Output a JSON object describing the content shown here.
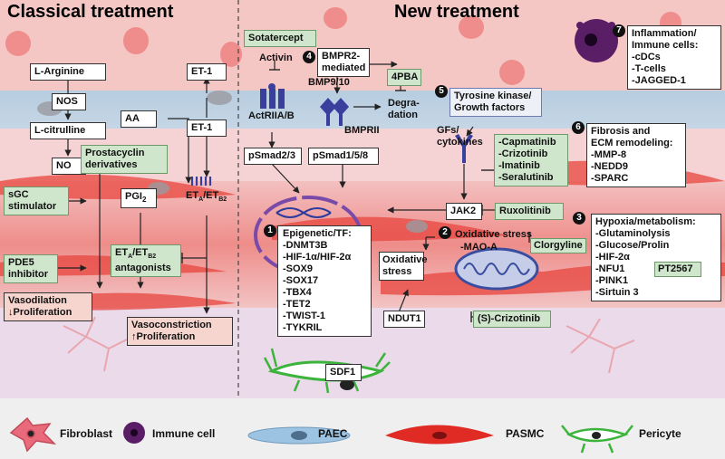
{
  "titles": {
    "left": "Classical treatment",
    "right": "New treatment"
  },
  "classical": {
    "l_arginine": "L-Arginine",
    "nos": "NOS",
    "l_citrulline": "L-citrulline",
    "no": "NO",
    "sgc": [
      "sGC",
      "stimulator"
    ],
    "pde5": [
      "PDE5",
      "inhibitor"
    ],
    "vasodilation": [
      "Vasodilation",
      "↓Proliferation"
    ],
    "aa": "AA",
    "prostacyclin": [
      "Prostacyclin",
      "derivatives"
    ],
    "pgi2_main": "PGI",
    "pgi2_sub": "2",
    "et1_top": "ET-1",
    "et1_mid": "ET-1",
    "eta_etb_receptor": {
      "a": "ET",
      "asub": "A",
      "sep": "/ET",
      "bsub": "B2"
    },
    "eta_antagonists": [
      "antagonists"
    ],
    "vasoconstriction": [
      "Vasoconstriction",
      "↑Proliferation"
    ]
  },
  "new": {
    "sotatercept": "Sotatercept",
    "activin": "Activin",
    "actriia": "ActRIIA/B",
    "psmad23": "pSmad2/3",
    "bmpr2_mediated": [
      "BMPR2-",
      "mediated"
    ],
    "bmp910": "BMP9/10",
    "bmprii": "BMPRII",
    "psmad158": "pSmad1/5/8",
    "pba4": "4PBA",
    "degradation": [
      "Degra-",
      "dation"
    ],
    "tyrosine": [
      "Tyrosine kinase/",
      "Growth factors"
    ],
    "gfs": [
      "GFs/",
      "cytokines"
    ],
    "tki_drugs": [
      "-Capmatinib",
      "-Crizotinib",
      "-Imatinib",
      "-Seralutinib"
    ],
    "jak2": "JAK2",
    "ruxolitinib": "Ruxolitinib",
    "oxidative_stress_title": "Oxidative stress",
    "mao": "-MAO-A",
    "clorgyline": "Clorgyline",
    "oxidative_stress_box": [
      "Oxidative",
      "stress"
    ],
    "ndut1": "NDUT1",
    "s_crizotinib": "(S)-Crizotinib",
    "epigenetic": [
      "Epigenetic/TF:",
      "-DNMT3B",
      "-HIF-1α/HIF-2α",
      "-SOX9",
      "-SOX17",
      "-TBX4",
      "-TET2",
      "-TWIST-1",
      "-TYKRIL"
    ],
    "sdf1": "SDF1",
    "inflammation": [
      "Inflammation/",
      "Immune cells:",
      "-cDCs",
      "-T-cells",
      "-JAGGED-1"
    ],
    "fibrosis": [
      "Fibrosis and",
      "ECM remodeling:",
      "-MMP-8",
      "-NEDD9",
      "-SPARC"
    ],
    "hypoxia": [
      "Hypoxia/metabolism:",
      "-Glutaminolysis",
      "-Glucose/Prolin",
      "-HIF-2α",
      "-NFU1",
      "-PINK1",
      "-Sirtuin 3"
    ],
    "pt2567": "PT2567",
    "numbers": [
      "1",
      "2",
      "3",
      "4",
      "5",
      "6",
      "7"
    ]
  },
  "legend": {
    "fibroblast": "Fibroblast",
    "immune": "Immune cell",
    "paec": "PAEC",
    "pasmc": "PASMC",
    "pericyte": "Pericyte"
  },
  "colors": {
    "lumen": "#f2b9b9",
    "endothelium": "#a9c6dd",
    "media": "#f7d3d3",
    "smc": "#e8443c",
    "adventitia": "#e9dbe8",
    "green_box": "#cfe6cc",
    "receptor": "#3a3f9e",
    "pericyte": "#3cb43c"
  }
}
